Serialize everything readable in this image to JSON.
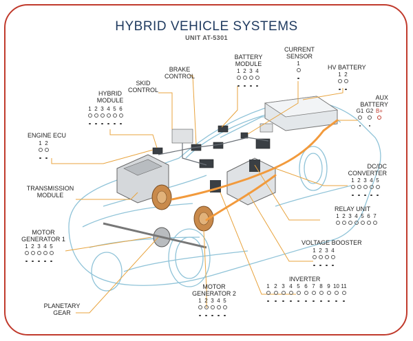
{
  "title": "HYBRID VEHICLE SYSTEMS",
  "subtitle": "UNIT AT-5301",
  "colors": {
    "frame": "#c0392b",
    "title": "#1f3a5f",
    "leader": "#e8a33d",
    "hv_line": "#f29a3c",
    "car": "#8fc3d8"
  },
  "components": {
    "engine_ecu": {
      "lines": [
        "ENGINE ECU"
      ],
      "pins": [
        "1",
        "2"
      ]
    },
    "hybrid_module": {
      "lines": [
        "HYBRID",
        "MODULE"
      ],
      "pins": [
        "1",
        "2",
        "3",
        "4",
        "5",
        "6"
      ]
    },
    "skid_control": {
      "lines": [
        "SKID",
        "CONTROL"
      ]
    },
    "brake_control": {
      "lines": [
        "BRAKE",
        "CONTROL"
      ]
    },
    "battery_module": {
      "lines": [
        "BATTERY",
        "MODULE"
      ],
      "pins": [
        "1",
        "2",
        "3",
        "4"
      ]
    },
    "current_sensor": {
      "lines": [
        "CURRENT",
        "SENSOR"
      ],
      "pins": [
        "1"
      ]
    },
    "hv_battery": {
      "lines": [
        "HV BATTERY"
      ],
      "pins": [
        "1",
        "2"
      ]
    },
    "aux_battery": {
      "lines": [
        "AUX",
        "BATTERY"
      ],
      "pins": [
        "G1",
        "G2",
        "B+"
      ]
    },
    "dcdc_converter": {
      "lines": [
        "DC/DC",
        "CONVERTER"
      ],
      "pins": [
        "1",
        "2",
        "3",
        "4",
        "5"
      ]
    },
    "transmission_module": {
      "lines": [
        "TRANSMISSION",
        "MODULE"
      ]
    },
    "relay_unit": {
      "lines": [
        "RELAY UNIT"
      ],
      "pins": [
        "1",
        "2",
        "3",
        "4",
        "5",
        "6",
        "7"
      ]
    },
    "voltage_booster": {
      "lines": [
        "VOLTAGE BOOSTER"
      ],
      "pins": [
        "1",
        "2",
        "3",
        "4"
      ]
    },
    "motor_generator_1": {
      "lines": [
        "MOTOR",
        "GENERATOR 1"
      ],
      "pins": [
        "1",
        "2",
        "3",
        "4",
        "5"
      ]
    },
    "inverter": {
      "lines": [
        "INVERTER"
      ],
      "pins": [
        "1",
        "2",
        "3",
        "4",
        "5",
        "6",
        "7",
        "8",
        "9",
        "10",
        "11"
      ]
    },
    "motor_generator_2": {
      "lines": [
        "MOTOR",
        "GENERATOR 2"
      ],
      "pins": [
        "1",
        "2",
        "3",
        "4",
        "5"
      ]
    },
    "planetary_gear": {
      "lines": [
        "PLANETARY",
        "GEAR"
      ]
    }
  }
}
